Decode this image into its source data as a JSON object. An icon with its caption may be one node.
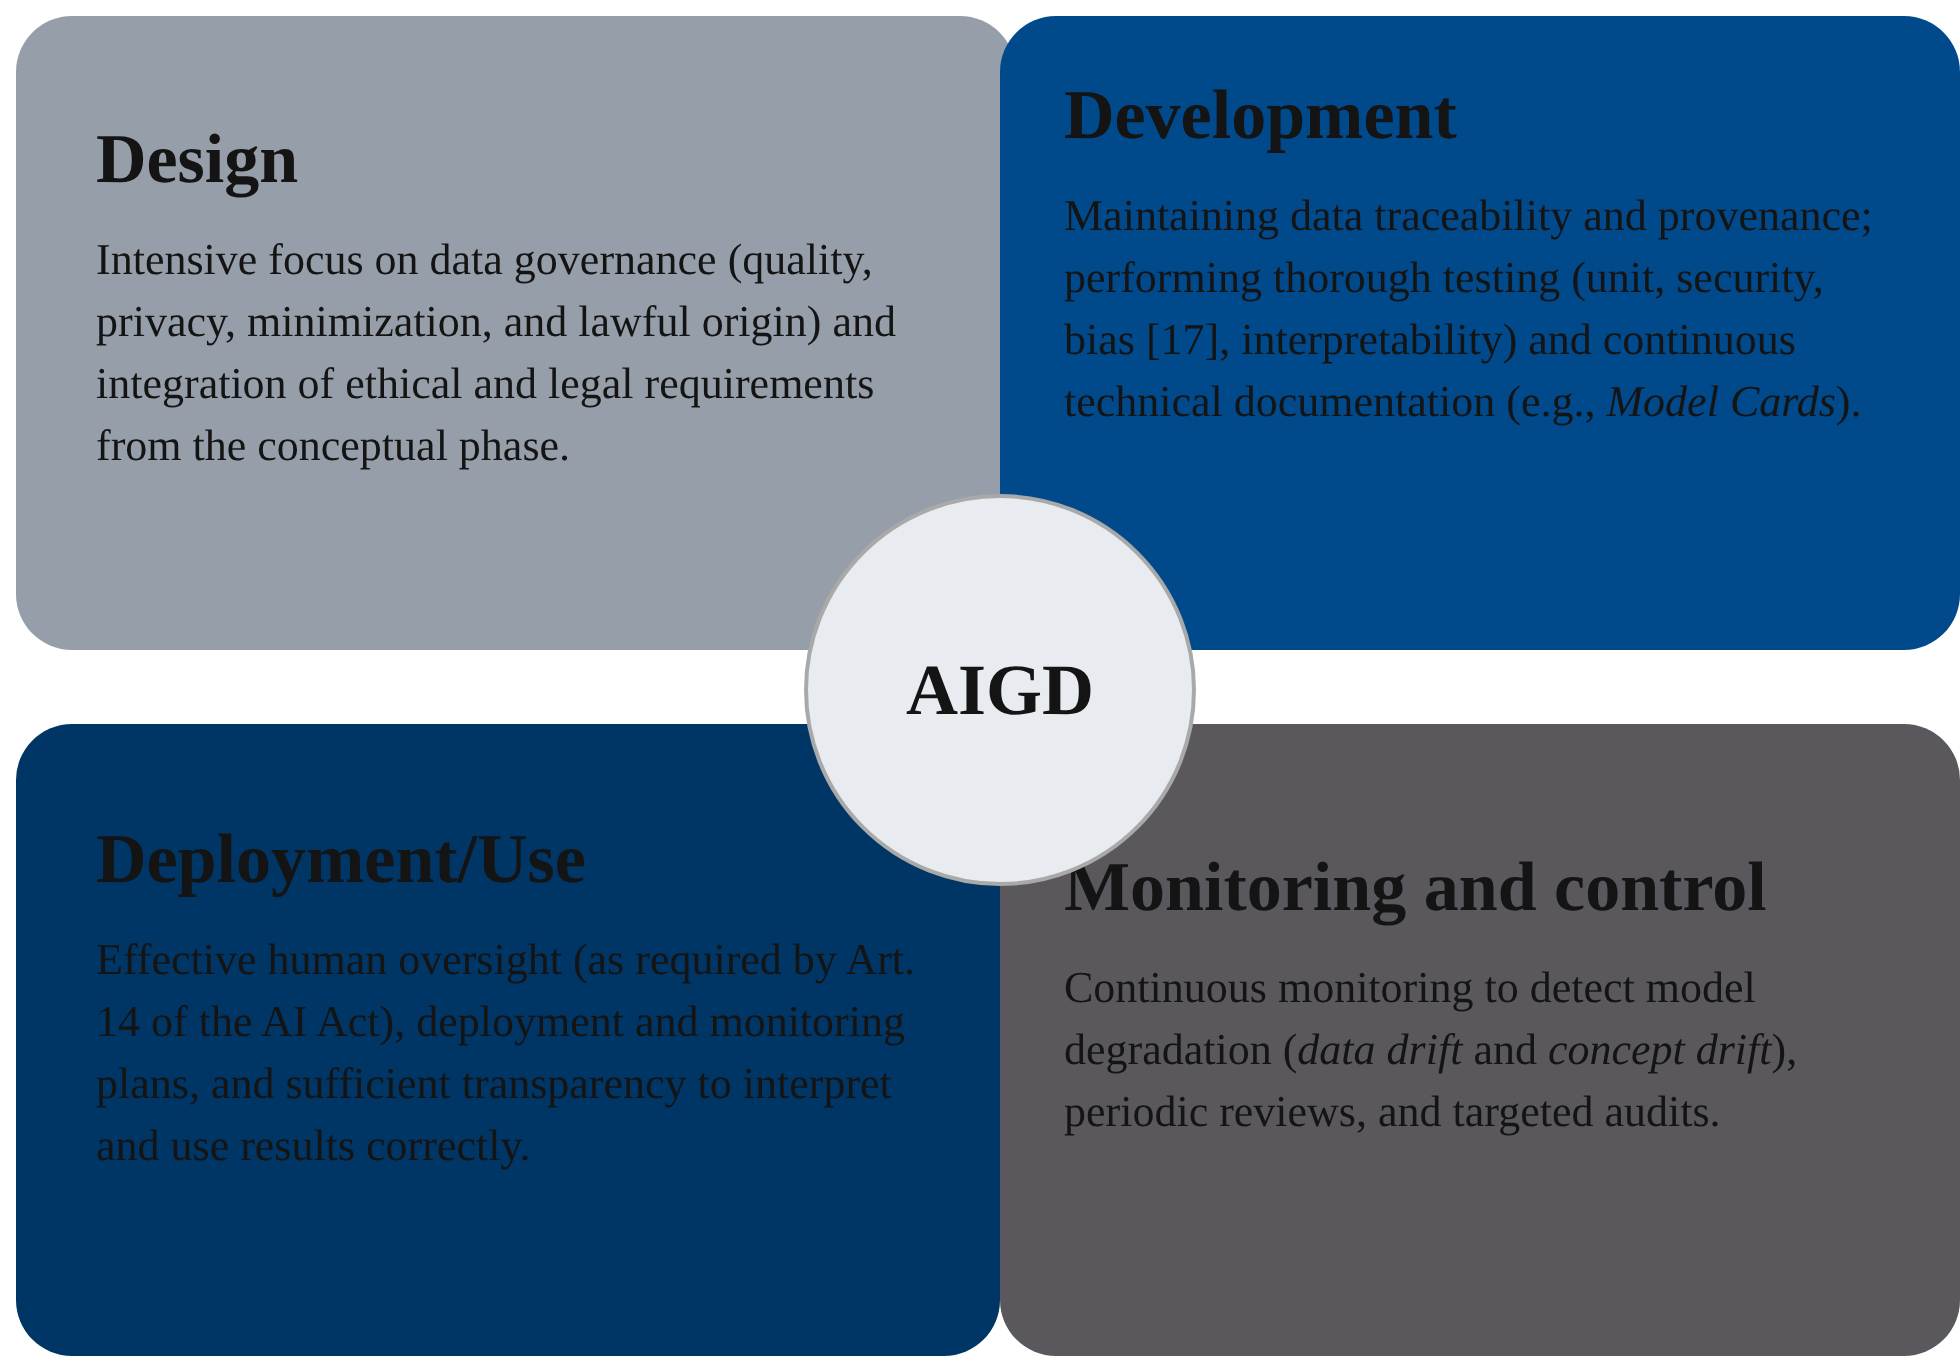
{
  "diagram": {
    "nodes": [
      {
        "text": [
          "Design",
          "Intensive focus on data governance (quality, privacy, minimization, and lawful origin) and integration of ethical and legal requirements from the conceptual phase."
        ]
      },
      {
        "text": [
          "Development",
          "Maintaining data traceability and provenance; performing thorough testing (unit, security, bias [17], interpretability) and continuous technical documentation (e.g., *Model Cards*)."
        ]
      },
      {
        "text": [
          "AIGD"
        ]
      },
      {
        "text": [
          "Deployment/Use",
          "Effective human oversight (as required by Art. 14 of the AI Act), deployment and monitoring plans, and sufficient transparency to interpret and use results correctly."
        ]
      },
      {
        "text": [
          "Monitoring and control",
          "Continuous monitoring to detect model degradation (*data drift* and *concept drift*), periodic reviews, and targeted audits."
        ]
      }
    ]
  }
}
